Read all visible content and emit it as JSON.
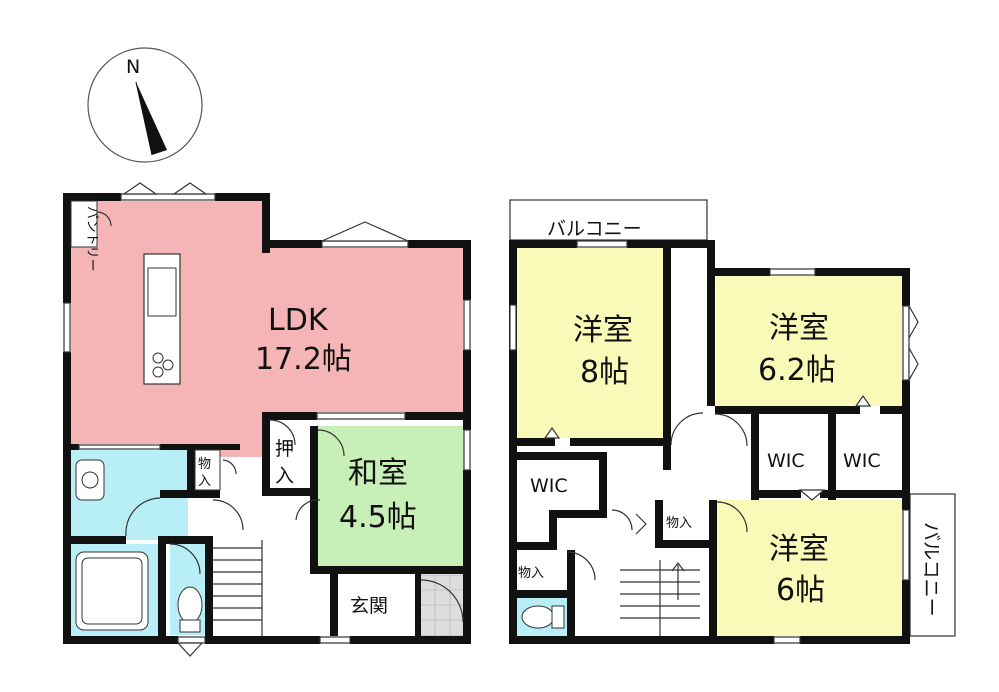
{
  "compass": {
    "north_label": "N"
  },
  "floor1": {
    "ldk": {
      "name": "LDK",
      "size": "17.2帖"
    },
    "washitsu": {
      "name": "和室",
      "size": "4.5帖"
    },
    "pantry": "パントリー",
    "oshiire": [
      "押",
      "入"
    ],
    "monoire": [
      "物",
      "入"
    ],
    "genkan": "玄関"
  },
  "floor2": {
    "balcony_top": "バルコニー",
    "balcony_right": "バルコニー",
    "room_8": {
      "name": "洋室",
      "size": "8帖"
    },
    "room_62": {
      "name": "洋室",
      "size": "6.2帖"
    },
    "room_6": {
      "name": "洋室",
      "size": "6帖"
    },
    "wic_left": "WIC",
    "wic_mid": "WIC",
    "wic_right": "WIC",
    "monoire_center": "物入",
    "monoire_left": "物入"
  },
  "colors": {
    "ldk": "#f5b5b6",
    "washitsu": "#c8efb8",
    "wet": "#b8eef5",
    "western": "#fafab8",
    "wall": "#111111"
  }
}
